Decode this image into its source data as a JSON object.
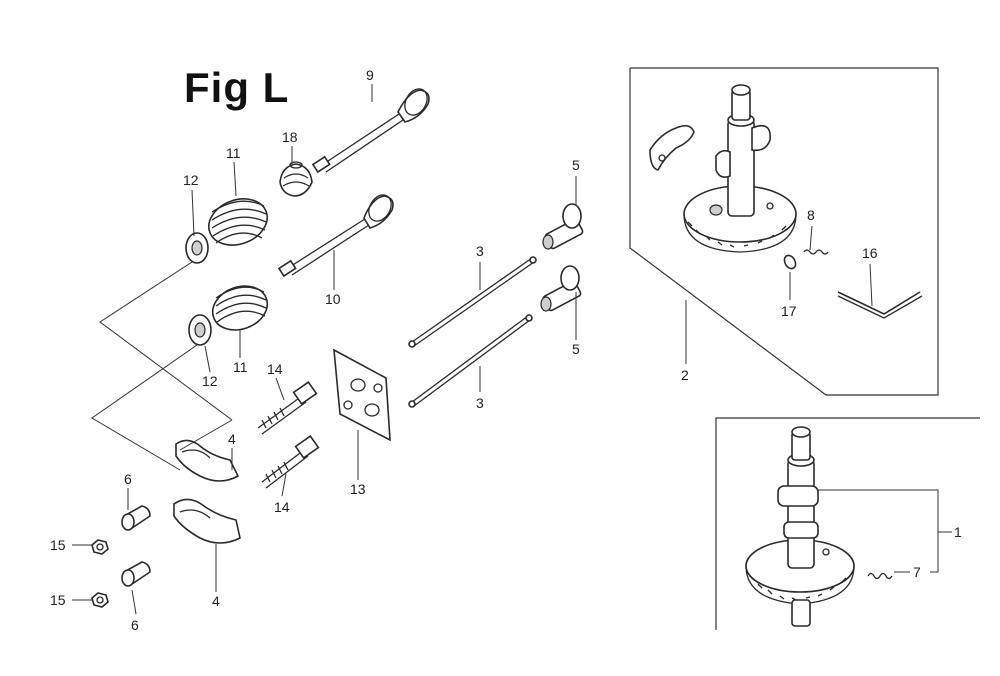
{
  "title": "Fig L",
  "callouts": {
    "c1": "1",
    "c2": "2",
    "c3a": "3",
    "c3b": "3",
    "c4a": "4",
    "c4b": "4",
    "c5a": "5",
    "c5b": "5",
    "c6a": "6",
    "c6b": "6",
    "c7": "7",
    "c8": "8",
    "c9": "9",
    "c10": "10",
    "c11a": "11",
    "c11b": "11",
    "c12a": "12",
    "c12b": "12",
    "c13": "13",
    "c14a": "14",
    "c14b": "14",
    "c15a": "15",
    "c15b": "15",
    "c16": "16",
    "c17": "17",
    "c18": "18"
  }
}
